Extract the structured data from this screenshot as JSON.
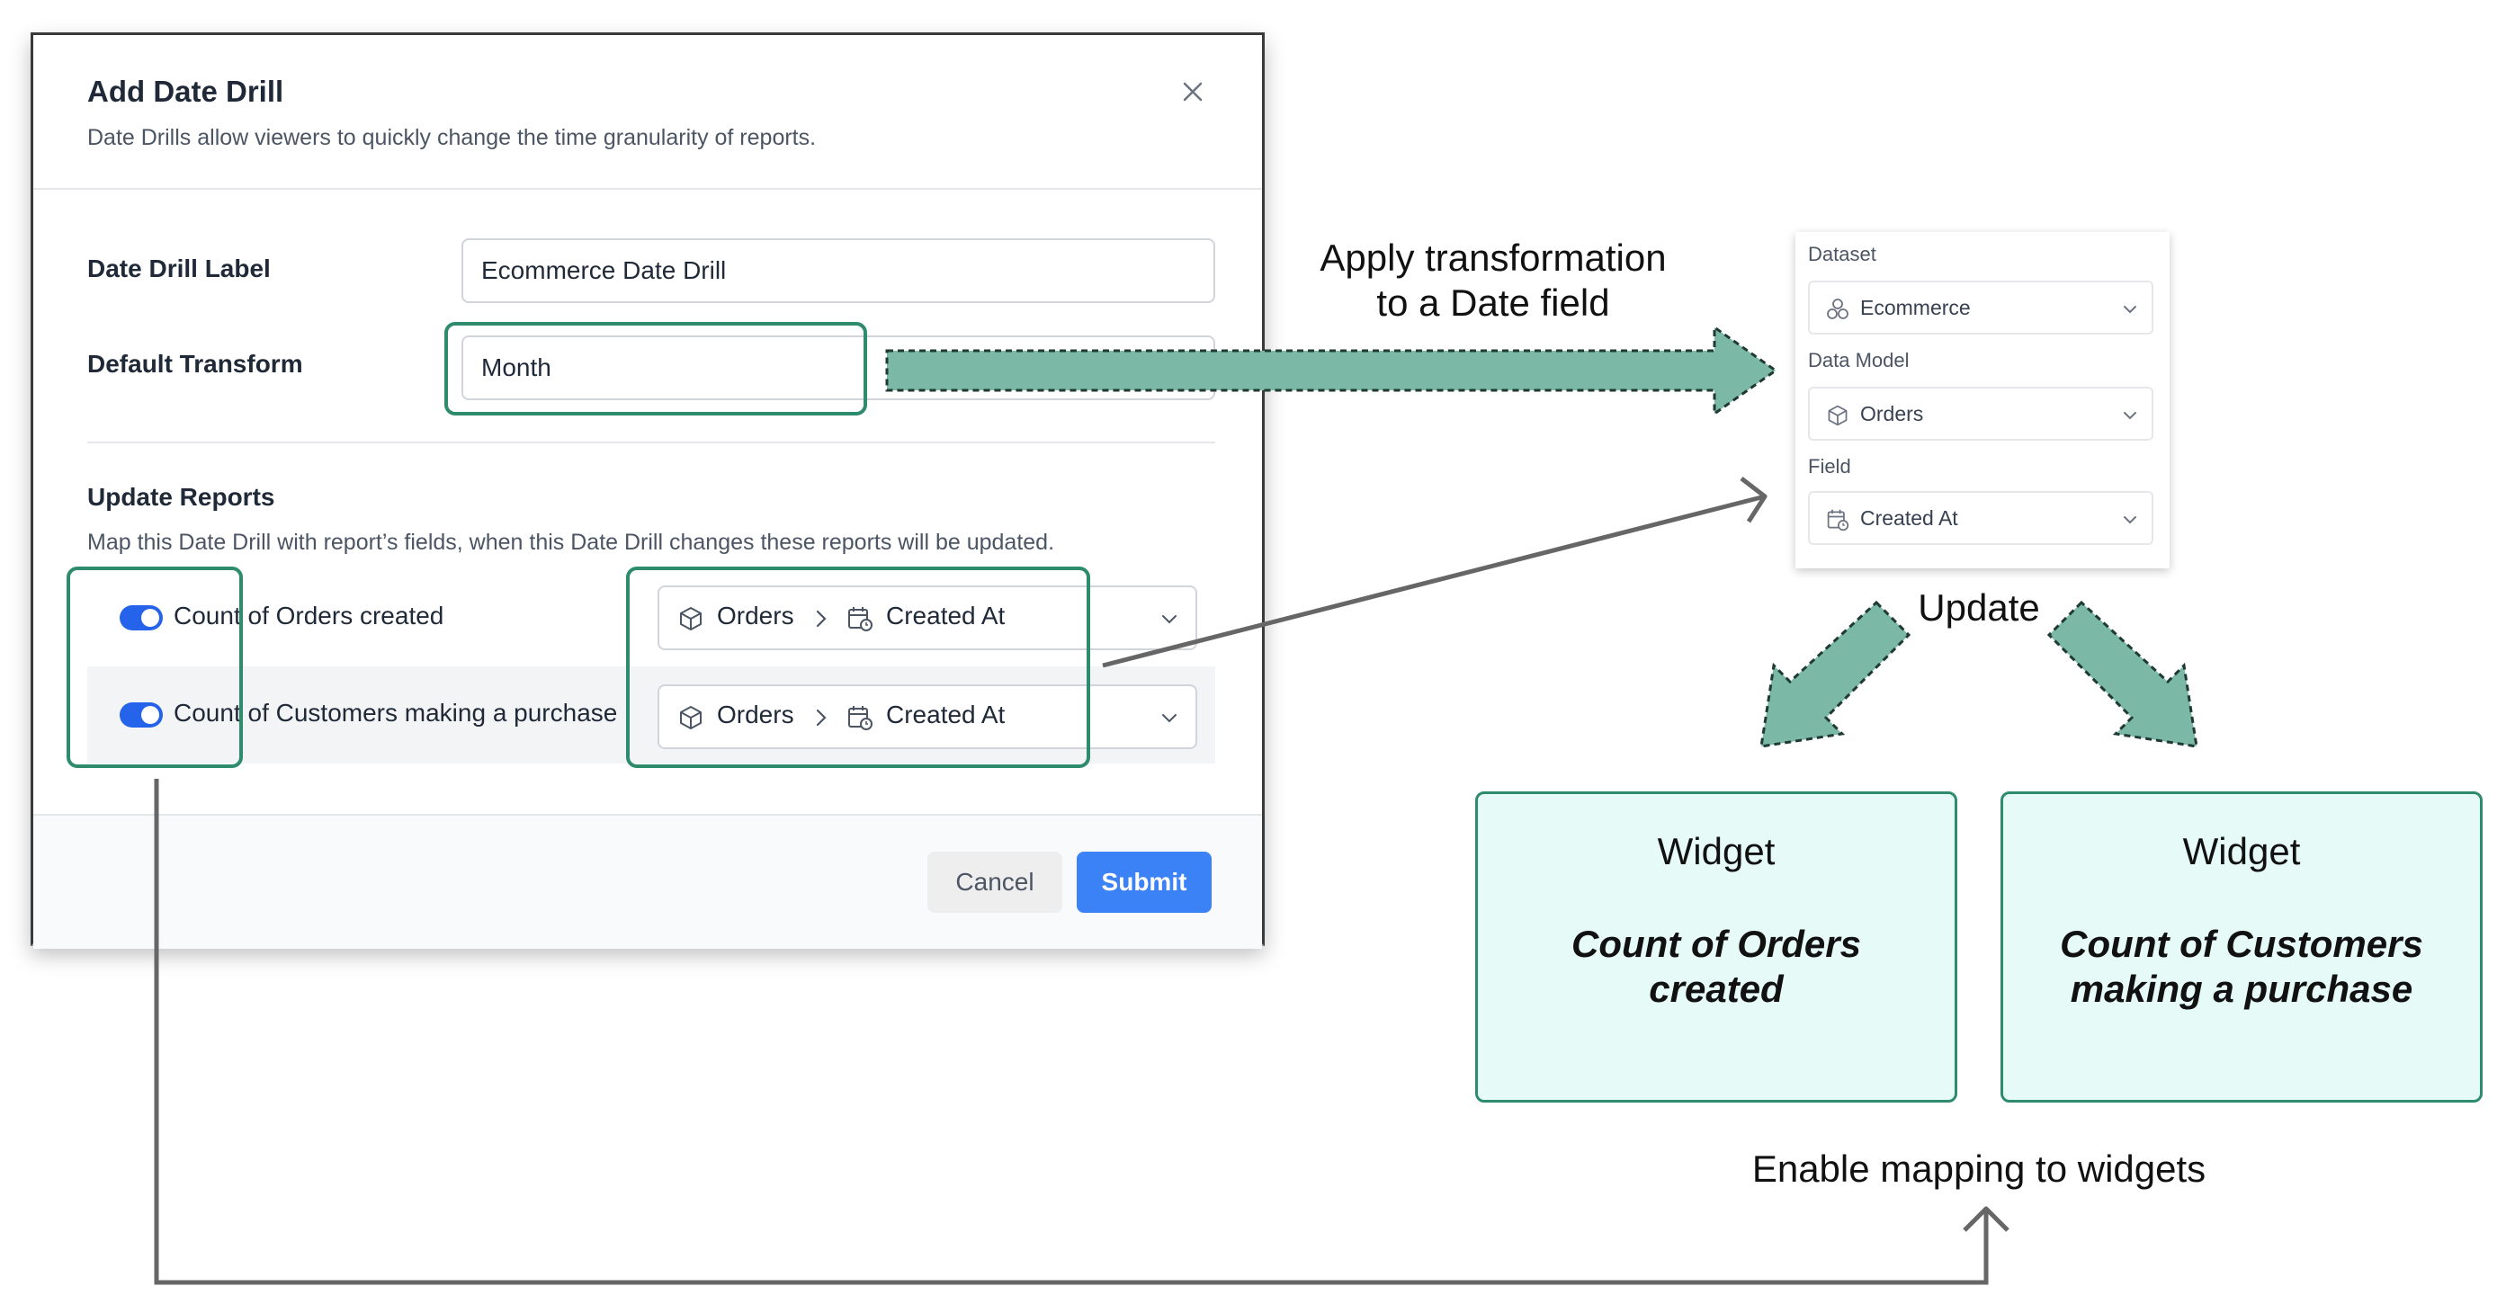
{
  "modal": {
    "title": "Add Date Drill",
    "subtitle": "Date Drills allow viewers to quickly change the time granularity of reports.",
    "close_icon": "close-icon",
    "label_field": {
      "label": "Date Drill Label",
      "value": "Ecommerce Date Drill"
    },
    "transform_field": {
      "label": "Default Transform",
      "value": "Month"
    },
    "update_reports": {
      "title": "Update Reports",
      "description": "Map this Date Drill with report’s fields, when this Date Drill changes these reports will be updated.",
      "rows": [
        {
          "label": "Count of Orders created",
          "enabled": true,
          "model": "Orders",
          "field": "Created At"
        },
        {
          "label": "Count of Customers making a purchase",
          "enabled": true,
          "model": "Orders",
          "field": "Created At"
        }
      ]
    },
    "cancel_label": "Cancel",
    "submit_label": "Submit"
  },
  "field_card": {
    "dataset_label": "Dataset",
    "dataset_value": "Ecommerce",
    "model_label": "Data Model",
    "model_value": "Orders",
    "field_label": "Field",
    "field_value": "Created At"
  },
  "annotations": {
    "apply_line1": "Apply transformation",
    "apply_line2": "to a Date field",
    "update": "Update",
    "enable_mapping": "Enable mapping to widgets"
  },
  "widgets": [
    {
      "title": "Widget",
      "name_line1": "Count of Orders",
      "name_line2": "created"
    },
    {
      "title": "Widget",
      "name_line1": "Count of Customers",
      "name_line2": "making a purchase"
    }
  ],
  "colors": {
    "highlight": "#2e8b6b",
    "arrow_fill": "#7bb8a6",
    "toggle_on": "#2563eb",
    "submit": "#3b82f6",
    "widget_bg": "#e6fbf7"
  }
}
